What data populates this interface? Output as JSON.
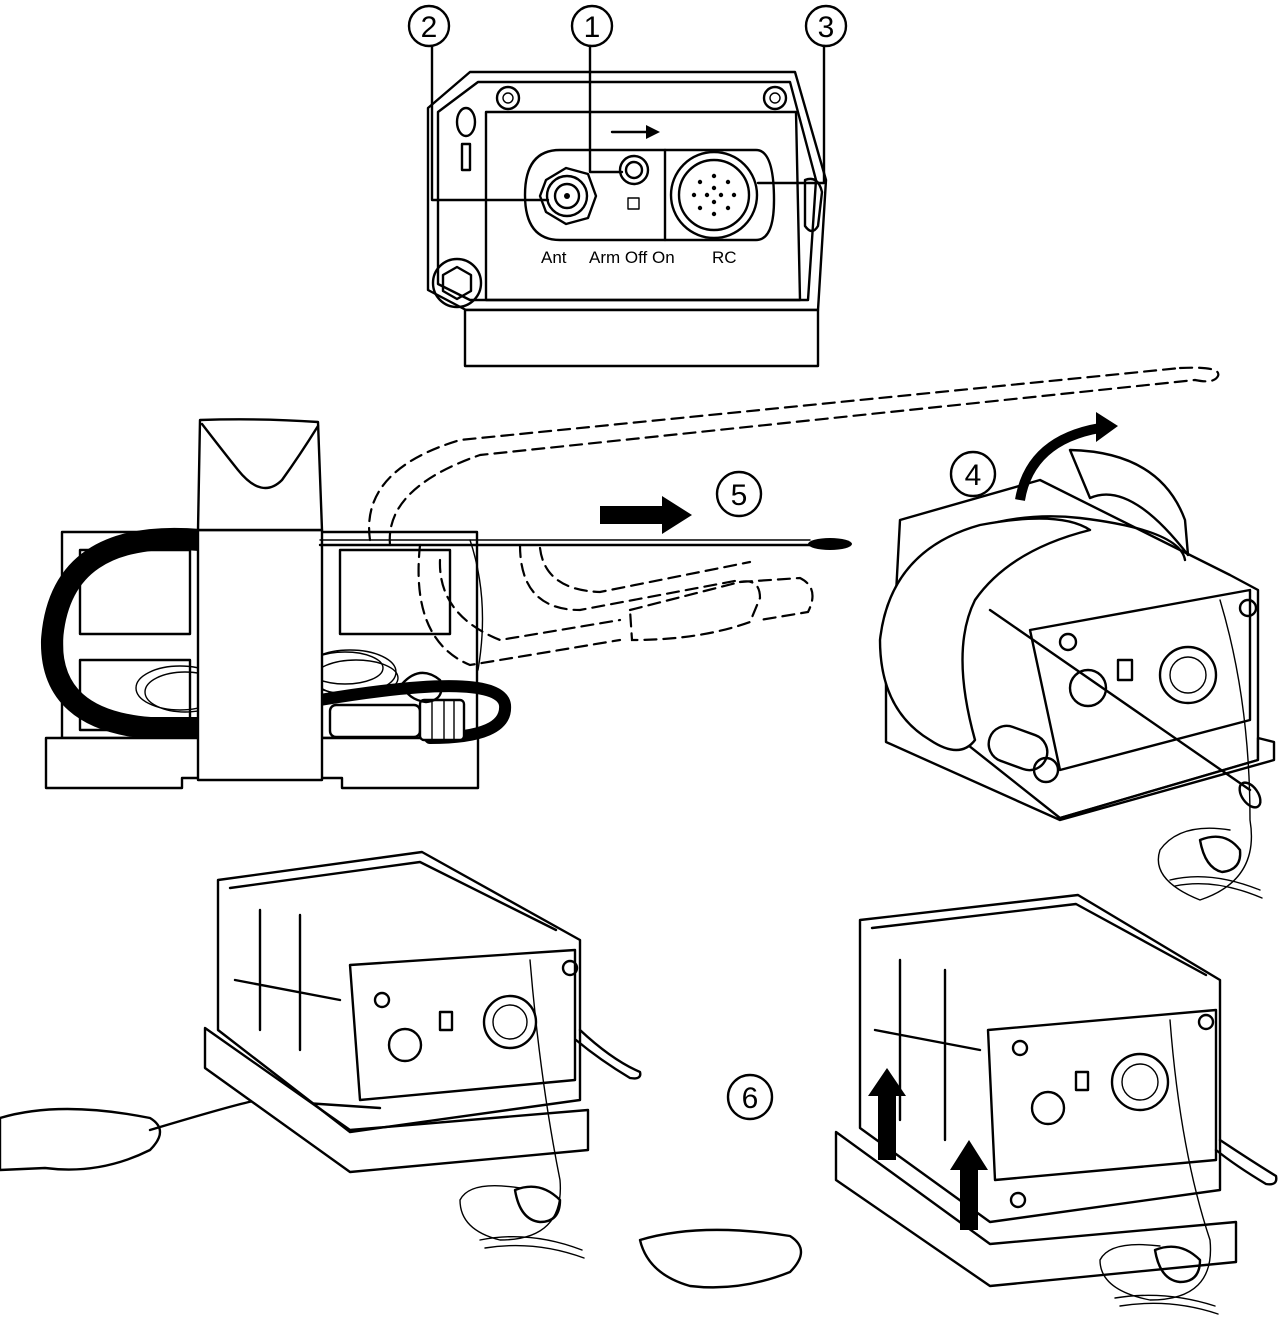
{
  "callouts": {
    "c1": "1",
    "c2": "2",
    "c3": "3",
    "c4": "4",
    "c5": "5",
    "c6": "6"
  },
  "panel_labels": {
    "ant": "Ant",
    "arm_off_on": "Arm Off On",
    "rc": "RC"
  },
  "colors": {
    "ink": "#000000",
    "paper": "#ffffff"
  }
}
